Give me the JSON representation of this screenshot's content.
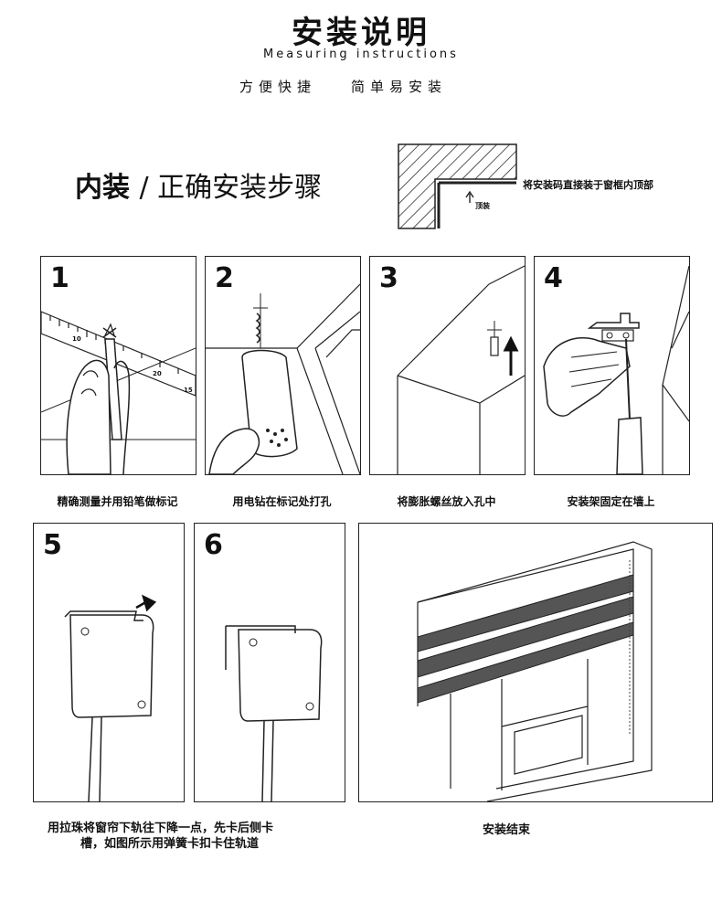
{
  "header": {
    "title": "安装说明",
    "subtitle": "Measuring instructions",
    "tag_left": "方便快捷",
    "tag_right": "简单易安装"
  },
  "section": {
    "title_bold": "内装",
    "title_rest": "/ 正确安装步骤",
    "diagram_note": "将安装码直接装于窗框内顶部",
    "diagram_arrow_label": "顶装"
  },
  "steps": [
    {
      "number": "1",
      "caption": "精确测量并用铅笔做标记"
    },
    {
      "number": "2",
      "caption": "用电钻在标记处打孔"
    },
    {
      "number": "3",
      "caption": "将膨胀螺丝放入孔中"
    },
    {
      "number": "4",
      "caption": "安装架固定在墙上"
    },
    {
      "number": "5",
      "caption": ""
    },
    {
      "number": "6",
      "caption": ""
    }
  ],
  "ruler_marks": [
    "10",
    "20",
    "15"
  ],
  "bottom": {
    "caption_56_line1": "用拉珠将窗帘下轨往下降一点，先卡后侧卡",
    "caption_56_line2": "槽，如图所示用弹簧卡扣卡住轨道",
    "caption_final": "安装结束"
  }
}
